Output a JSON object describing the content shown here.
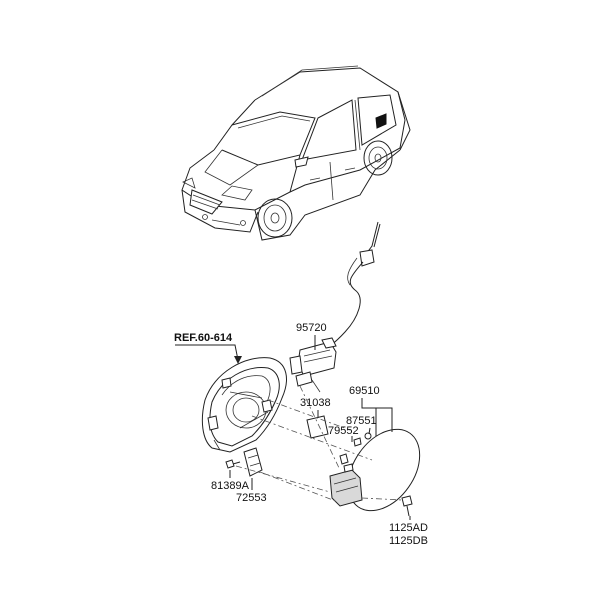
{
  "diagram": {
    "ref_label": "REF.60-614",
    "labels": {
      "cable": "95720",
      "cap_assembly": "69510",
      "bracket": "31038",
      "screw_a": "87551",
      "clip": "79552",
      "bolt_left": "81389A",
      "housing_part": "72553",
      "bolt_right_1": "1125AD",
      "bolt_right_2": "1125DB"
    },
    "colors": {
      "line": "#222222",
      "text": "#111111",
      "background": "#ffffff"
    }
  }
}
